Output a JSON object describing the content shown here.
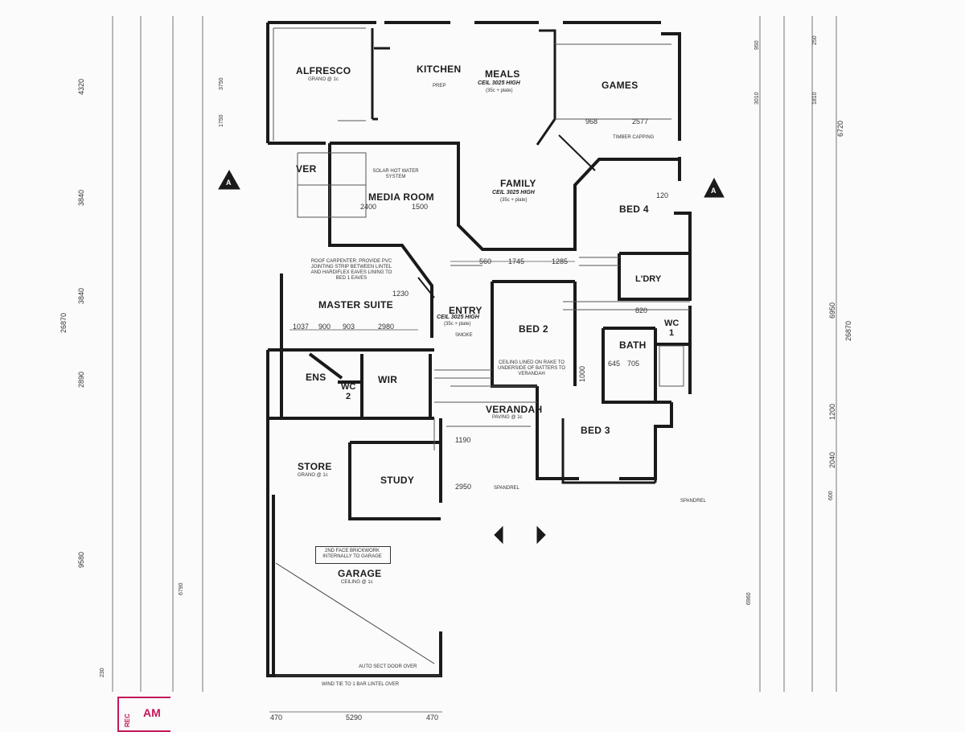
{
  "rooms": {
    "alfresco": "ALFRESCO",
    "kitchen": "KITCHEN",
    "meals": "MEALS",
    "games": "GAMES",
    "ver": "VER",
    "media_room": "MEDIA ROOM",
    "family": "FAMILY",
    "bed4": "BED 4",
    "ldry": "L'DRY",
    "master_suite": "MASTER SUITE",
    "entry": "ENTRY",
    "bed2": "BED 2",
    "bath": "BATH",
    "wc1": "WC",
    "ens": "ENS",
    "wc2": "WC",
    "wir": "WIR",
    "verandah": "VERANDAH",
    "bed3": "BED 3",
    "store": "STORE",
    "study": "STUDY",
    "garage": "GARAGE"
  },
  "notes": {
    "alfresco_ceil": "GRANO @ 1c",
    "meals_ceil": "CEIL 3025 HIGH",
    "meals_sub": "(35c + plate)",
    "family_ceil": "CEIL 3025 HIGH",
    "family_sub": "(35c + plate)",
    "entry_ceil": "CEIL 3025 HIGH",
    "entry_sub": "(35c + plate)",
    "games_note": "TIMBER CAPPING",
    "master_note": "ROOF CARPENTER: PROVIDE PVC JOINTING STRIP BETWEEN LINTEL AND HARDIFLEX EAVES LINING TO BED 1 EAVES",
    "garage_note": "2ND FACE BRICKWORK INTERNALLY TO GARAGE",
    "garage_ceil": "CEILING @ 1c",
    "verandah_note": "PAVING @ 1c",
    "bed2_note": "CEILING LINED ON RAKE TO UNDERSIDE OF BATTERS TO VERANDAH",
    "spandrel": "SPANDREL",
    "smoke": "SMOKE",
    "kitchen_prep": "PREP",
    "wc_sub": "1",
    "wc2_sub": "2",
    "media_dims": "2400",
    "media_dims2": "1500",
    "solar": "SOLAR HOT WATER SYSTEM",
    "store_note": "GRANO @ 1c",
    "bed3_note": "SPANDREL",
    "roof_note": "WIND TIE TO 1 BAR LINTEL OVER",
    "auto_door": "AUTO SECT DOOR OVER"
  },
  "dims": {
    "d560": "560",
    "d1745": "1745",
    "d1285": "1285",
    "d1037": "1037",
    "d900": "900",
    "d903": "903",
    "d2980": "2980",
    "d968": "968",
    "d2577": "2577",
    "d645": "645",
    "d705": "705",
    "d120": "120",
    "d820": "820",
    "d470a": "470",
    "d5290": "5290",
    "d470b": "470",
    "d1000": "1000",
    "d1190": "1190",
    "d2950": "2950",
    "d1230": "1230",
    "d4320": "4320",
    "d3840a": "3840",
    "d3840b": "3840",
    "d2890": "2890",
    "d9580": "9580",
    "d26870": "26870",
    "d6720": "6720",
    "d6950": "6950",
    "d26870r": "26870",
    "d1200": "1200",
    "d2040": "2040",
    "d6960": "6960",
    "d600": "600",
    "d3010": "3010",
    "d1810": "1810",
    "d950": "950",
    "d250": "250",
    "d6790": "6790",
    "d230": "230",
    "d3750": "3750",
    "d1750": "1750"
  },
  "section_mark": "A",
  "stamp": {
    "line1": "AM",
    "line2": "REC"
  }
}
